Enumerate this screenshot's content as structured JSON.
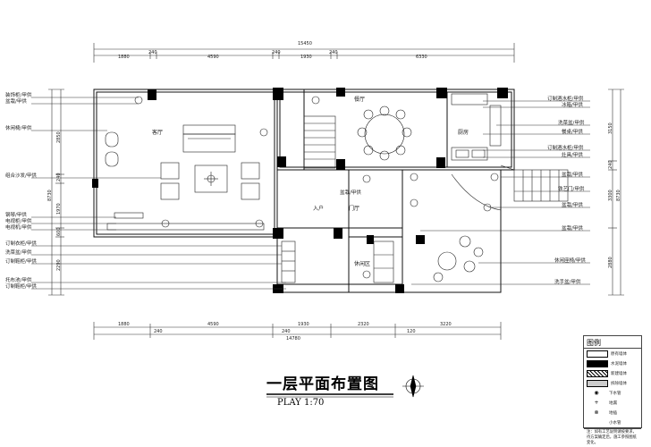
{
  "dims_top_total": "15450",
  "dims_top": [
    "1880",
    "240",
    "4590",
    "240",
    "1930",
    "240",
    "6330"
  ],
  "dims_bottom": [
    "1880",
    "4590",
    "1930",
    "2320",
    "3220"
  ],
  "dims_bottom_small": [
    "240",
    "240",
    "120"
  ],
  "dims_bottom_total": "14780",
  "dims_left": [
    "2850",
    "240",
    "8730",
    "1970",
    "600",
    "2290"
  ],
  "dims_right": [
    "3150",
    "240",
    "8730",
    "3300",
    "2880"
  ],
  "rooms": {
    "living": "客厅",
    "dining": "餐厅",
    "kitchen": "厨房",
    "entry": "入户",
    "mudroom": "休闲区",
    "entry_door": "门厅"
  },
  "left_labels": [
    "装饰柜/甲供",
    "盆栽/甲供",
    "休闲椅/甲供",
    "组合沙发/甲供",
    "钢琴/甲供",
    "电视柜/甲供",
    "电视机/甲供",
    "订制衣柜/甲供",
    "洗菜盆/甲供",
    "订制鞋柜/甲供",
    "托布池/甲供",
    "订制鞋柜/甲供"
  ],
  "right_labels": [
    "订制酒水柜/甲供",
    "冰箱/甲供",
    "洗菜盆/甲供",
    "餐桌/甲供",
    "订制酒水柜/甲供",
    "灶具/甲供",
    "盆栽/甲供",
    "铁艺门/甲供",
    "盆栽/甲供",
    "盆栽/甲供",
    "休闲座椅/甲供",
    "洗手盆/甲供"
  ],
  "center_label": "盆栽/甲供",
  "title": "一层平面布置图",
  "scale": "PLAY 1:70",
  "legend": {
    "title": "图例",
    "items": [
      "原有墙体",
      "水泥墙体",
      "新建墙体",
      "拆除墙体",
      "下水管",
      "地漏",
      "地插",
      "小水管"
    ],
    "note": "注：如有工艺说明请按要求，待方案确定后，施工参照图纸变化。"
  }
}
